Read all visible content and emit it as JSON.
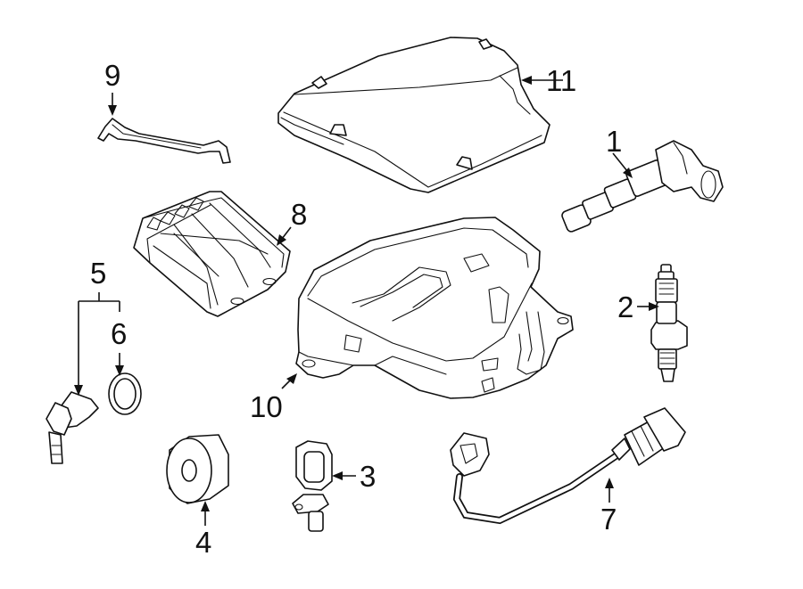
{
  "callouts": {
    "c1": "1",
    "c2": "2",
    "c3": "3",
    "c4": "4",
    "c5": "5",
    "c6": "6",
    "c7": "7",
    "c8": "8",
    "c9": "9",
    "c10": "10",
    "c11": "11"
  },
  "colors": {
    "line": "#111111",
    "fill": "#ffffff"
  }
}
